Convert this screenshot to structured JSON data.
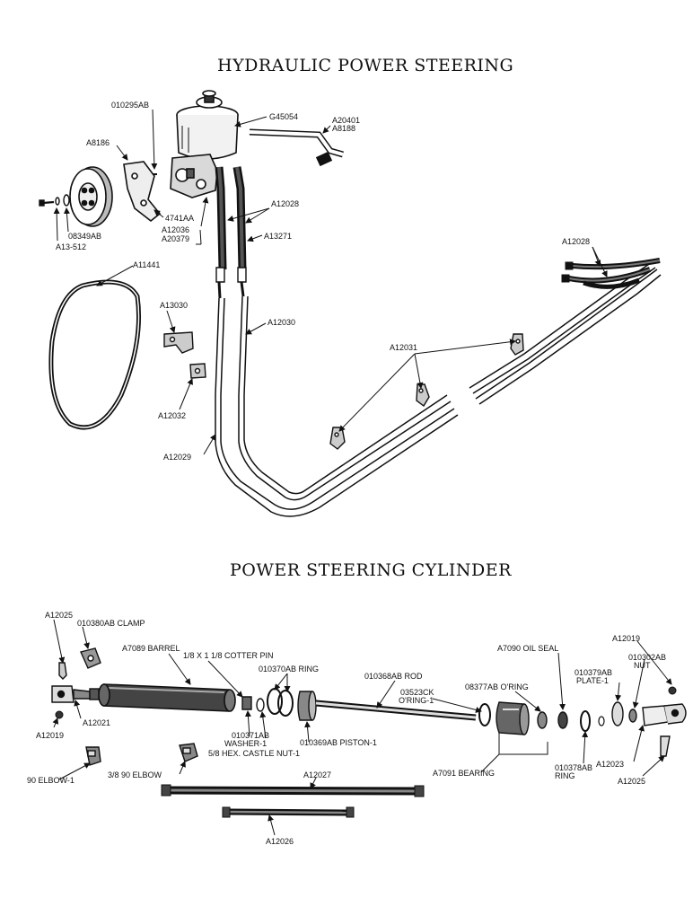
{
  "sections": {
    "hydraulic_title": "HYDRAULIC POWER STEERING",
    "cylinder_title": "POWER STEERING CYLINDER"
  },
  "labels": {
    "p010295ab": "010295AB",
    "g45054": "G45054",
    "a20401": "A20401",
    "a8188": "A8188",
    "a8186": "A8186",
    "p4741aa": "4741AA",
    "a12028_top": "A12028",
    "a12036": "A12036",
    "a20379": "A20379",
    "a13271": "A13271",
    "p08349ab": "08349AB",
    "a13_512": "A13-512",
    "a11441": "A11441",
    "a13030": "A13030",
    "a12030": "A12030",
    "a12032": "A12032",
    "a12029": "A12029",
    "a12031": "A12031",
    "a12028_right": "A12028",
    "a12025_top": "A12025",
    "p010380ab": "010380AB CLAMP",
    "a7089": "A7089 BARREL",
    "cotter_pin": "1/8 X 1 1/8 COTTER PIN",
    "p010370ab": "010370AB RING",
    "p010368ab": "010368AB ROD",
    "p03523ck": "03523CK",
    "oring1": "O'RING-1",
    "p08377ab": "08377AB O'RING",
    "a7090": "A7090  OIL SEAL",
    "a12019_top": "A12019",
    "p010302ab": "010302AB",
    "nut": "NUT",
    "p010379ab": "010379AB",
    "plate1": "PLATE-1",
    "a12021": "A12021",
    "a12019_left": "A12019",
    "p010371ab": "010371AB",
    "washer1": "WASHER-1",
    "castle_nut": "5/8 HEX. CASTLE NUT-1",
    "p010369ab": "010369AB PISTON-1",
    "a7091": "A7091 BEARING",
    "p010378ab": "010378AB",
    "ring": "RING",
    "a12023": "A12023",
    "a12025_bottom": "A12025",
    "elbow1": "90 ELBOW-1",
    "elbow38": "3/8 90 ELBOW",
    "a12027": "A12027",
    "a12026": "A12026"
  }
}
